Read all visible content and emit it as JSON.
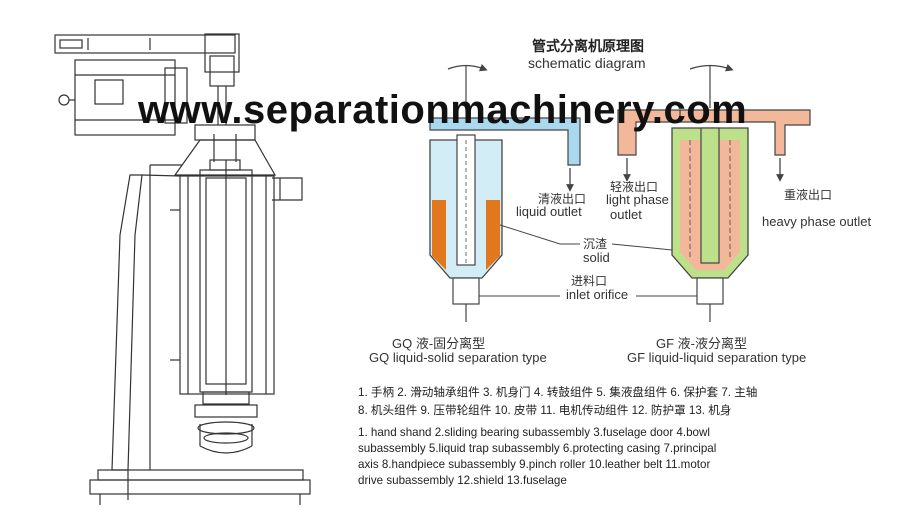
{
  "watermark": "www.separationmachinery.com",
  "title_cn": "管式分离机原理图",
  "title_en": "schematic diagram",
  "labels": {
    "liquid_outlet_cn": "清液出口",
    "liquid_outlet_en": "liquid outlet",
    "light_phase_cn": "轻液出口",
    "light_phase_en1": "light phase",
    "light_phase_en2": "outlet",
    "heavy_phase_cn": "重液出口",
    "heavy_phase_en": "heavy phase outlet",
    "solid_cn": "沉渣",
    "solid_en": "solid",
    "inlet_cn": "进料口",
    "inlet_en": "inlet orifice"
  },
  "types": {
    "gq_cn": "GQ 液-固分离型",
    "gq_en": "GQ liquid-solid separation type",
    "gf_cn": "GF 液-液分离型",
    "gf_en": "GF liquid-liquid separation type"
  },
  "legend": {
    "cn_line1": "1. 手柄  2. 滑动轴承组件  3. 机身门  4. 转鼓组件  5. 集液盘组件  6. 保护套 7. 主轴",
    "cn_line2": "8. 机头组件 9. 压带轮组件  10. 皮带  11. 电机传动组件  12. 防护罩  13. 机身",
    "en_line1": "1. hand shand   2.sliding bearing subassembly  3.fuselage door   4.bowl",
    "en_line2": "subassembly   5.liquid trap subassembly   6.protecting casing  7.principal",
    "en_line3": "axis   8.handpiece subassembly 9.pinch roller   10.leather belt   11.motor",
    "en_line4": "drive subassembly   12.shield 13.fuselage"
  },
  "colors": {
    "solid_fill": "#e2781e",
    "light_liquid": "#bde08a",
    "heavy_liquid": "#f3b899",
    "bowl_blue": "#a9d8ef",
    "inner_liquid": "#d3edf7",
    "line": "#444444"
  }
}
